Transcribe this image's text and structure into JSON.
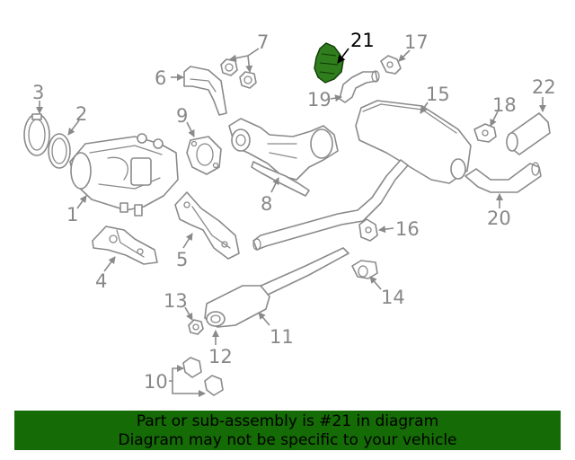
{
  "diagram": {
    "highlight_part": "21",
    "callouts": [
      "1",
      "2",
      "3",
      "4",
      "5",
      "6",
      "7",
      "8",
      "9",
      "10",
      "11",
      "12",
      "13",
      "14",
      "15",
      "16",
      "17",
      "18",
      "19",
      "20",
      "21",
      "22"
    ],
    "colors": {
      "highlight_fill": "#2f7d1c",
      "line": "#8a8a8a",
      "banner": "#156b05"
    }
  },
  "banner": {
    "line1": "Part or sub-assembly is #21 in diagram",
    "line2": "Diagram may not be specific to your vehicle"
  }
}
